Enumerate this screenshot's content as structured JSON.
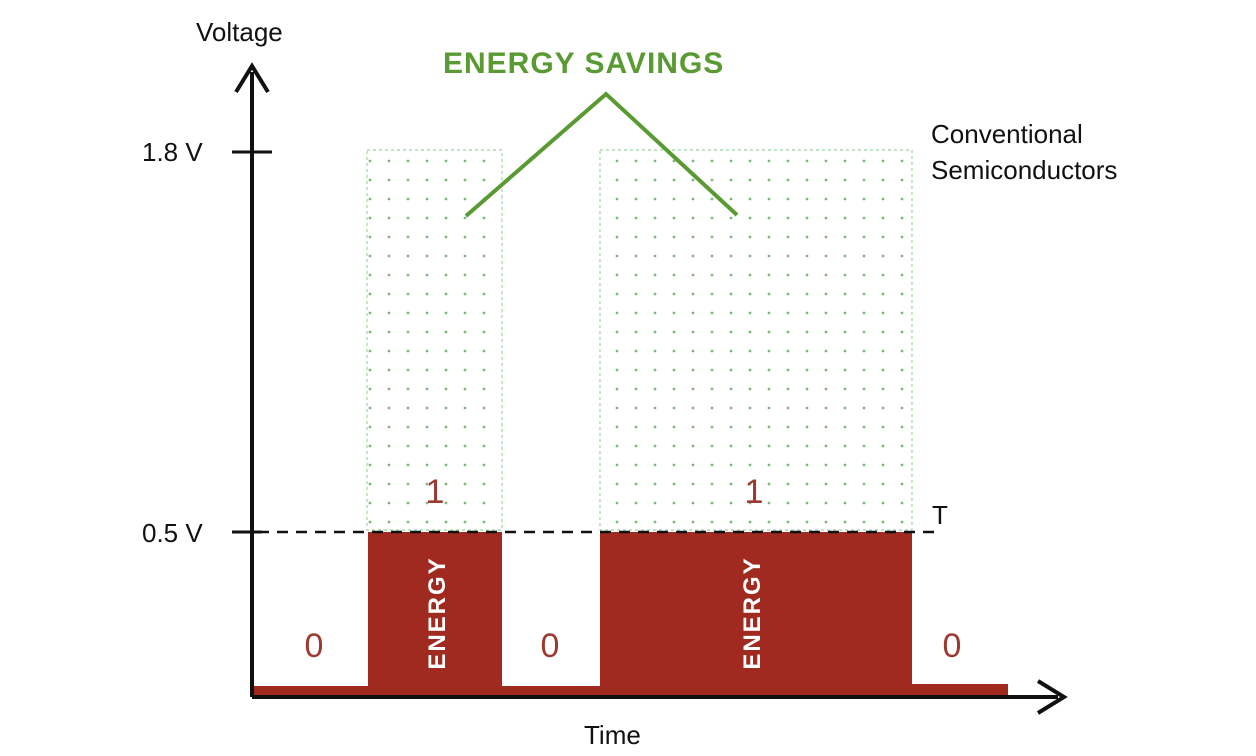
{
  "colors": {
    "accent_green": "#5a9a32",
    "energy_red": "#a02a1f",
    "dot_green": "#8fc98f",
    "axis": "#111111",
    "bit_text": "#9a3a30"
  },
  "axes": {
    "y_label": "Voltage",
    "x_label": "Time",
    "y_ticks": [
      {
        "label": "1.8 V"
      },
      {
        "label": "0.5 V"
      }
    ]
  },
  "annotations": {
    "savings_title": "ENERGY SAVINGS",
    "conventional_line1": "Conventional",
    "conventional_line2": "Semiconductors",
    "high_bit": "1",
    "low_bit": "0",
    "energy_label": "ENERGY",
    "right_marker": "T"
  }
}
